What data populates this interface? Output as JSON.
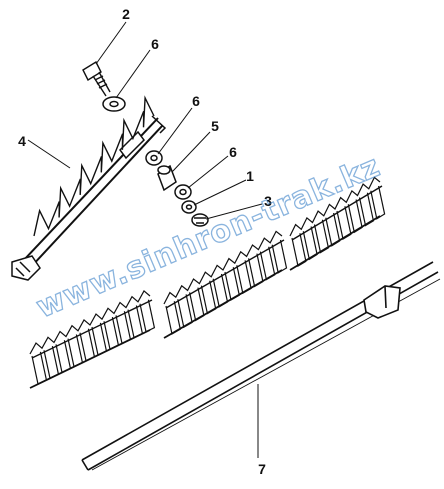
{
  "diagram": {
    "callouts": [
      {
        "id": "c2a",
        "text": "2"
      },
      {
        "id": "c6a",
        "text": "6"
      },
      {
        "id": "c6b",
        "text": "6"
      },
      {
        "id": "c5",
        "text": "5"
      },
      {
        "id": "c6c",
        "text": "6"
      },
      {
        "id": "c1",
        "text": "1"
      },
      {
        "id": "c3",
        "text": "3"
      },
      {
        "id": "c4",
        "text": "4"
      },
      {
        "id": "c7",
        "text": "7"
      }
    ]
  },
  "watermark": {
    "text": "www.sinhron-trak.kz"
  },
  "colors": {
    "line": "#111111",
    "paper": "#ffffff",
    "watermark": "#2c78c4"
  }
}
